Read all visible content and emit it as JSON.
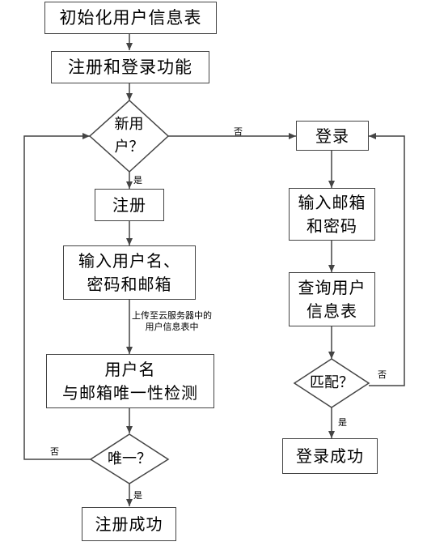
{
  "flowchart": {
    "left": {
      "init": "初始化用户信息表",
      "features": "注册和登录功能",
      "decision_new_user": [
        "新用",
        "户？"
      ],
      "register": "注册",
      "input_account": [
        "输入用户名、",
        "密码和邮箱"
      ],
      "upload_note": [
        "上传至云服务器中的",
        "用户信息表中"
      ],
      "uniqueness_check": [
        "用户名",
        "与邮箱唯一性检测"
      ],
      "decision_unique": "唯一？",
      "register_success": "注册成功"
    },
    "right": {
      "login": "登录",
      "input_credentials": [
        "输入邮箱",
        "和密码"
      ],
      "query_table": [
        "查询用户",
        "信息表"
      ],
      "decision_match": "匹配？",
      "login_success": "登录成功"
    },
    "edge_labels": {
      "yes": "是",
      "no": "否"
    }
  }
}
